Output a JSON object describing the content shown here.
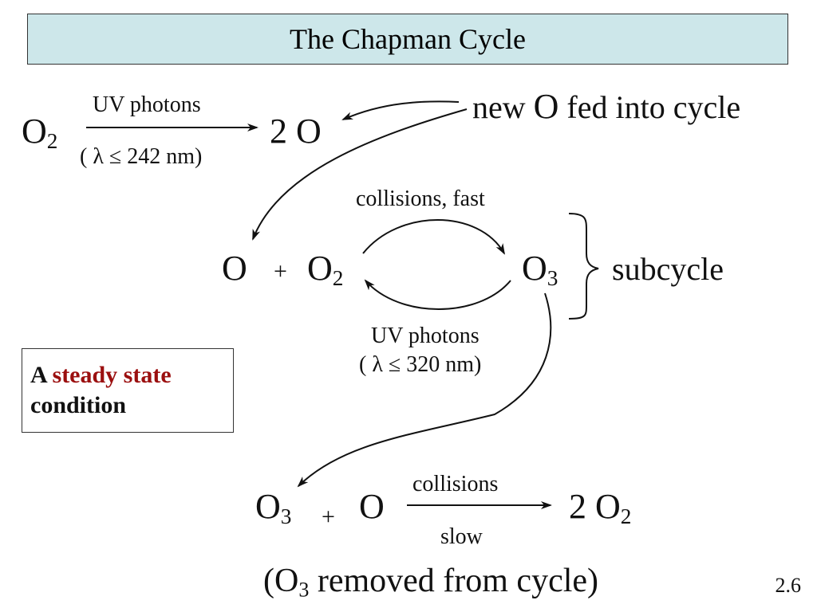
{
  "title": "The Chapman Cycle",
  "reaction1": {
    "reactant": "O",
    "reactant_sub": "2",
    "label_top": "UV photons",
    "label_bottom": "( λ ≤  242 nm)",
    "product": "2 O"
  },
  "feed_label": {
    "pre": "new ",
    "o": "O",
    "post": " fed into cycle"
  },
  "subcycle": {
    "o": "O",
    "plus": "+",
    "o2": "O",
    "o2_sub": "2",
    "o3": "O",
    "o3_sub": "3",
    "label_top": "collisions, fast",
    "label_bottom_1": "UV photons",
    "label_bottom_2": "( λ ≤  320 nm)",
    "brace_label": "subcycle"
  },
  "steady_state": {
    "prefix": "A ",
    "highlight": "steady state",
    "suffix": "condition",
    "highlight_color": "#9b0f0f"
  },
  "reaction3": {
    "o3": "O",
    "o3_sub": "3",
    "plus": "+",
    "o": "O",
    "label_top": "collisions",
    "label_bottom": "slow",
    "product": "2 O",
    "product_sub": "2"
  },
  "removed": {
    "open": "(O",
    "sub": "3",
    "rest": " removed from cycle)"
  },
  "slide_number": "2.6"
}
